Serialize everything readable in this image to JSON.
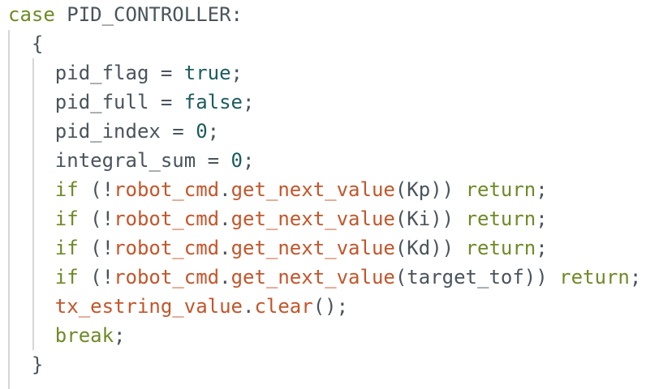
{
  "editor": {
    "language": "cpp",
    "colors": {
      "keyword": "#6f8a26",
      "literal": "#1c5c5e",
      "function": "#c4552a",
      "plain": "#4a545c",
      "indent_guide": "#d6d6d6",
      "background": "#ffffff"
    },
    "lines": [
      {
        "indent": "",
        "tokens": [
          {
            "t": "case",
            "c": "kw"
          },
          {
            "t": " PID_CONTROLLER:",
            "c": "plain"
          }
        ]
      },
      {
        "indent": "  ",
        "tokens": [
          {
            "t": "{",
            "c": "plain"
          }
        ]
      },
      {
        "indent": "    ",
        "tokens": [
          {
            "t": "pid_flag = ",
            "c": "plain"
          },
          {
            "t": "true",
            "c": "lit"
          },
          {
            "t": ";",
            "c": "plain"
          }
        ]
      },
      {
        "indent": "    ",
        "tokens": [
          {
            "t": "pid_full = ",
            "c": "plain"
          },
          {
            "t": "false",
            "c": "lit"
          },
          {
            "t": ";",
            "c": "plain"
          }
        ]
      },
      {
        "indent": "    ",
        "tokens": [
          {
            "t": "pid_index = ",
            "c": "plain"
          },
          {
            "t": "0",
            "c": "lit"
          },
          {
            "t": ";",
            "c": "plain"
          }
        ]
      },
      {
        "indent": "    ",
        "tokens": [
          {
            "t": "integral_sum = ",
            "c": "plain"
          },
          {
            "t": "0",
            "c": "lit"
          },
          {
            "t": ";",
            "c": "plain"
          }
        ]
      },
      {
        "indent": "    ",
        "tokens": [
          {
            "t": "if",
            "c": "kw"
          },
          {
            "t": " (!",
            "c": "plain"
          },
          {
            "t": "robot_cmd",
            "c": "fn"
          },
          {
            "t": ".",
            "c": "plain"
          },
          {
            "t": "get_next_value",
            "c": "fn"
          },
          {
            "t": "(Kp)) ",
            "c": "plain"
          },
          {
            "t": "return",
            "c": "kw"
          },
          {
            "t": ";",
            "c": "plain"
          }
        ]
      },
      {
        "indent": "    ",
        "tokens": [
          {
            "t": "if",
            "c": "kw"
          },
          {
            "t": " (!",
            "c": "plain"
          },
          {
            "t": "robot_cmd",
            "c": "fn"
          },
          {
            "t": ".",
            "c": "plain"
          },
          {
            "t": "get_next_value",
            "c": "fn"
          },
          {
            "t": "(Ki)) ",
            "c": "plain"
          },
          {
            "t": "return",
            "c": "kw"
          },
          {
            "t": ";",
            "c": "plain"
          }
        ]
      },
      {
        "indent": "    ",
        "tokens": [
          {
            "t": "if",
            "c": "kw"
          },
          {
            "t": " (!",
            "c": "plain"
          },
          {
            "t": "robot_cmd",
            "c": "fn"
          },
          {
            "t": ".",
            "c": "plain"
          },
          {
            "t": "get_next_value",
            "c": "fn"
          },
          {
            "t": "(Kd)) ",
            "c": "plain"
          },
          {
            "t": "return",
            "c": "kw"
          },
          {
            "t": ";",
            "c": "plain"
          }
        ]
      },
      {
        "indent": "    ",
        "tokens": [
          {
            "t": "if",
            "c": "kw"
          },
          {
            "t": " (!",
            "c": "plain"
          },
          {
            "t": "robot_cmd",
            "c": "fn"
          },
          {
            "t": ".",
            "c": "plain"
          },
          {
            "t": "get_next_value",
            "c": "fn"
          },
          {
            "t": "(target_tof)) ",
            "c": "plain"
          },
          {
            "t": "return",
            "c": "kw"
          },
          {
            "t": ";",
            "c": "plain"
          }
        ]
      },
      {
        "indent": "    ",
        "tokens": [
          {
            "t": "tx_estring_value",
            "c": "fn"
          },
          {
            "t": ".",
            "c": "plain"
          },
          {
            "t": "clear",
            "c": "fn"
          },
          {
            "t": "();",
            "c": "plain"
          }
        ]
      },
      {
        "indent": "    ",
        "tokens": [
          {
            "t": "break",
            "c": "kw"
          },
          {
            "t": ";",
            "c": "plain"
          }
        ]
      },
      {
        "indent": "  ",
        "tokens": [
          {
            "t": "}",
            "c": "plain"
          }
        ]
      }
    ]
  }
}
